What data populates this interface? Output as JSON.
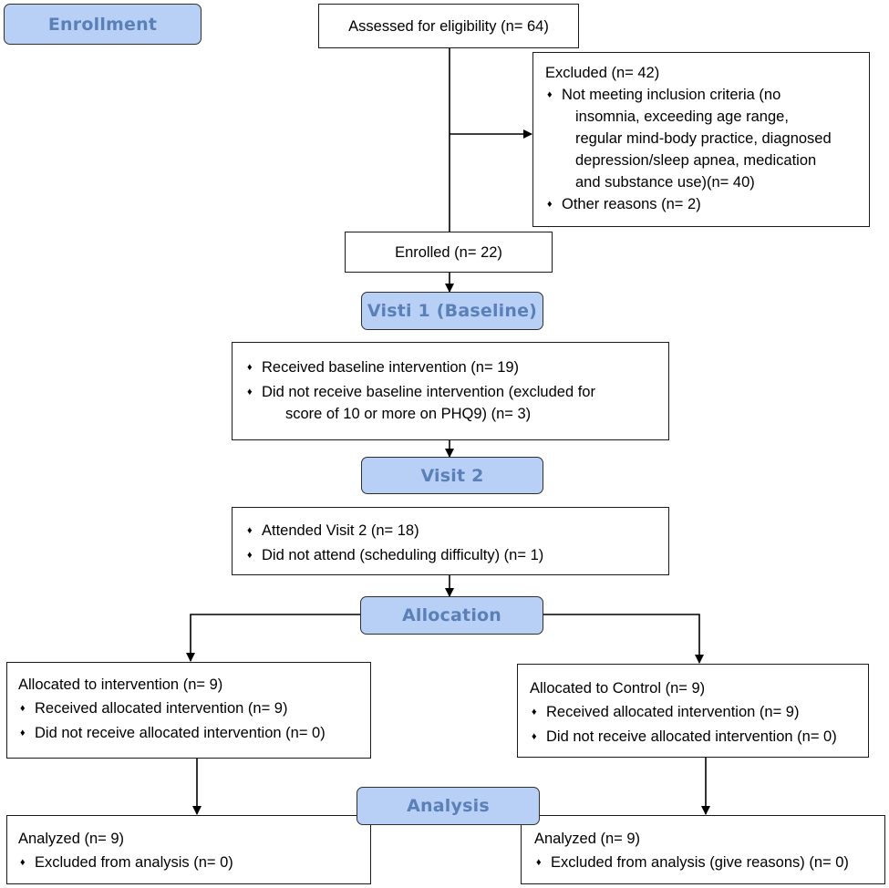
{
  "phases": {
    "enrollment": "Enrollment",
    "visit1": "Visti 1 (Baseline)",
    "visit2": "Visit 2",
    "allocation": "Allocation",
    "analysis": "Analysis"
  },
  "assessed": "Assessed for eligibility (n= 64)",
  "excluded": {
    "title": "Excluded  (n= 42)",
    "item1_lines": [
      "Not meeting inclusion criteria (no",
      "insomnia, exceeding age range,",
      "regular mind-body practice, diagnosed",
      "depression/sleep apnea, medication",
      "and substance use)(n= 40)"
    ],
    "item2": "Other reasons (n= 2)"
  },
  "enrolled": "Enrolled (n= 22)",
  "baseline": {
    "item1": "Received baseline intervention (n= 19)",
    "item2_lines": [
      "Did not receive baseline intervention (excluded for",
      "score of 10 or more on PHQ9) (n= 3)"
    ]
  },
  "visit2_box": {
    "item1": "Attended Visit 2 (n= 18)",
    "item2": "Did not attend (scheduling difficulty) (n= 1)"
  },
  "alloc_intervention": {
    "title": "Allocated to intervention (n= 9)",
    "item1": "Received allocated intervention (n= 9)",
    "item2": "Did not receive allocated intervention (n= 0)"
  },
  "alloc_control": {
    "title": "Allocated to Control (n= 9)",
    "item1": "Received allocated intervention (n= 9)",
    "item2": "Did not receive allocated intervention (n= 0)"
  },
  "analysis_left": {
    "title": "Analyzed  (n= 9)",
    "item1": "Excluded from analysis (n= 0)"
  },
  "analysis_right": {
    "title": "Analyzed  (n= 9)",
    "item1": "Excluded from analysis (give reasons) (n= 0)"
  }
}
